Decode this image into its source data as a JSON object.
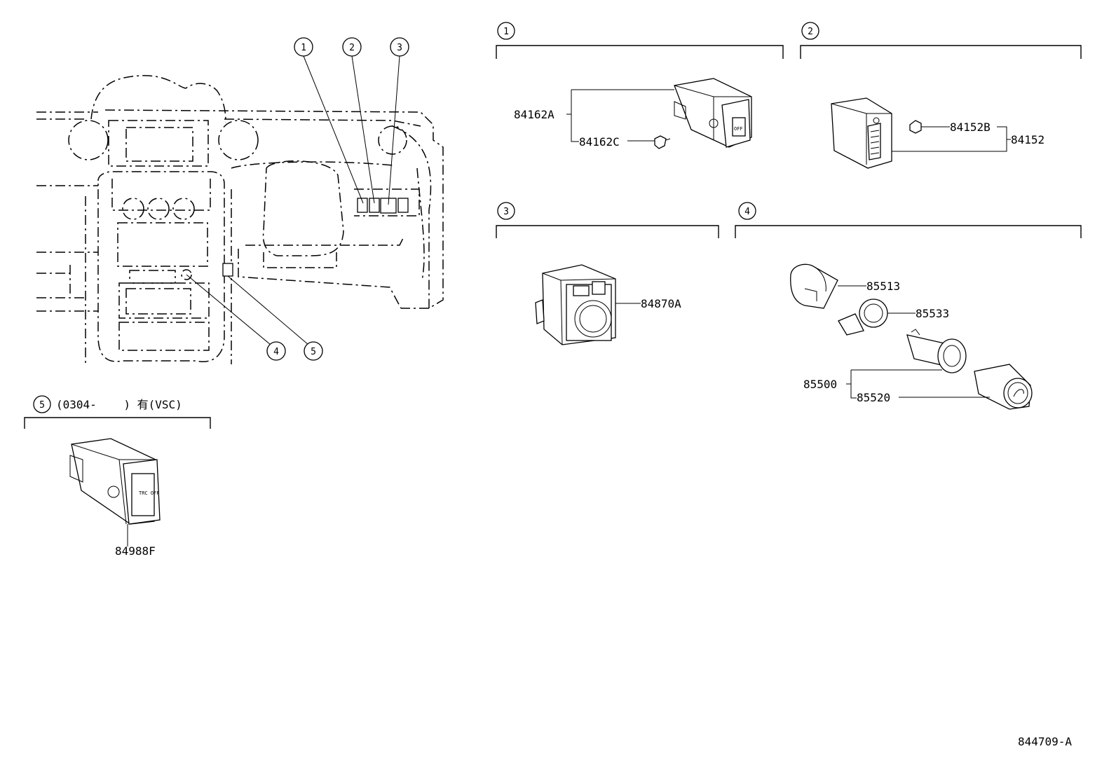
{
  "callouts": [
    "1",
    "2",
    "3",
    "4",
    "5"
  ],
  "sections": {
    "s1": {
      "number": "1"
    },
    "s2": {
      "number": "2"
    },
    "s3": {
      "number": "3"
    },
    "s4": {
      "number": "4"
    },
    "s5": {
      "number": "5",
      "note": "(0304-    ) 有(VSC)"
    }
  },
  "parts": {
    "p84162A": "84162A",
    "p84162C": "84162C",
    "p84152B": "84152B",
    "p84152": "84152",
    "p84870A": "84870A",
    "p85513": "85513",
    "p85533": "85533",
    "p85500": "85500",
    "p85520": "85520",
    "p84988F": "84988F"
  },
  "switch_marks": {
    "mark_84162": "OFF",
    "mark_84988": "TRC OFF"
  },
  "diagram_code": "844709-A"
}
